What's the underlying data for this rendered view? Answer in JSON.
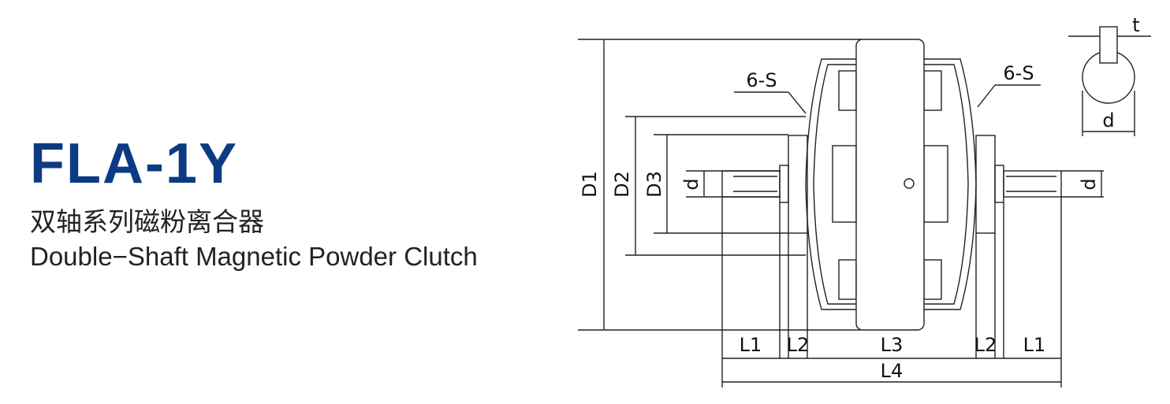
{
  "model": "FLA-1Y",
  "name_zh": "双轴系列磁粉离合器",
  "name_en": "Double−Shaft Magnetic Powder Clutch",
  "colors": {
    "model_text": "#0b3b83",
    "line": "#222222"
  },
  "labels": {
    "D1": "D1",
    "D2": "D2",
    "D3": "D3",
    "d_left": "d",
    "d_right": "d",
    "d_side": "d",
    "t": "t",
    "six_s_left": "6-S",
    "six_s_right": "6-S",
    "L1_left": "L1",
    "L2_left": "L2",
    "L3": "L3",
    "L2_right": "L2",
    "L1_right": "L1",
    "L4": "L4"
  }
}
